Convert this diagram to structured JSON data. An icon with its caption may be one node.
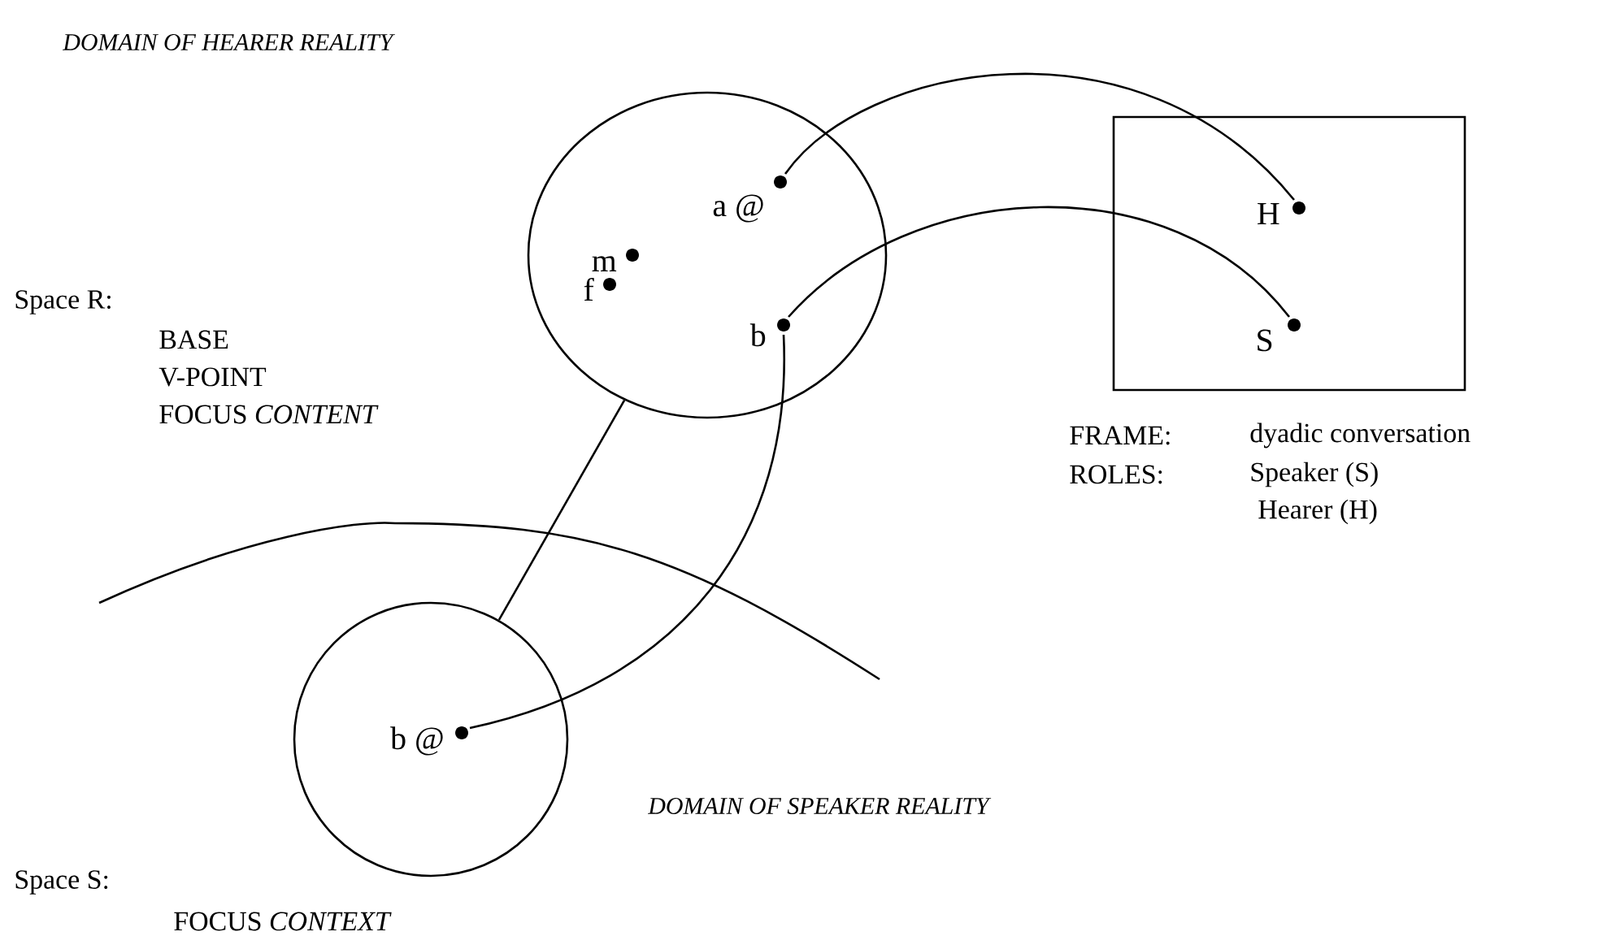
{
  "diagram": {
    "nodes": [
      {
        "text": [],
        "shape": "circle",
        "beside": [
          "Space R:",
          "BASE",
          "V-POINT",
          "FOCUS *CONTENT*"
        ]
      },
      {
        "text": [
          "m"
        ],
        "in": 0
      },
      {
        "text": [
          "a @"
        ],
        "in": 0
      },
      {
        "text": [
          "f"
        ],
        "in": 0
      },
      {
        "text": [
          "b"
        ],
        "in": 0
      },
      {
        "text": [],
        "shape": "box"
      },
      {
        "text": [
          "H"
        ],
        "in": 5
      },
      {
        "text": [
          "S"
        ],
        "in": 5
      },
      {
        "text": [],
        "shape": "circle",
        "beside": [
          "Space S:",
          "FOCUS *CONTEXT*"
        ]
      },
      {
        "text": [
          "b @"
        ],
        "in": 8
      }
    ],
    "edges": [
      {
        "from": 2,
        "to": 6,
        "arrow": "none"
      },
      {
        "from": 4,
        "to": 7,
        "arrow": "none"
      },
      {
        "from": 4,
        "to": 9,
        "arrow": "none"
      },
      {
        "from": 0,
        "to": 8,
        "arrow": "none"
      }
    ],
    "labels": [
      "DOMAIN OF HEARER REALITY",
      "FRAME:",
      "dyadic conversation",
      "ROLES:",
      "Speaker (S)",
      "Hearer (H)",
      "DOMAIN OF SPEAKER REALITY"
    ]
  }
}
